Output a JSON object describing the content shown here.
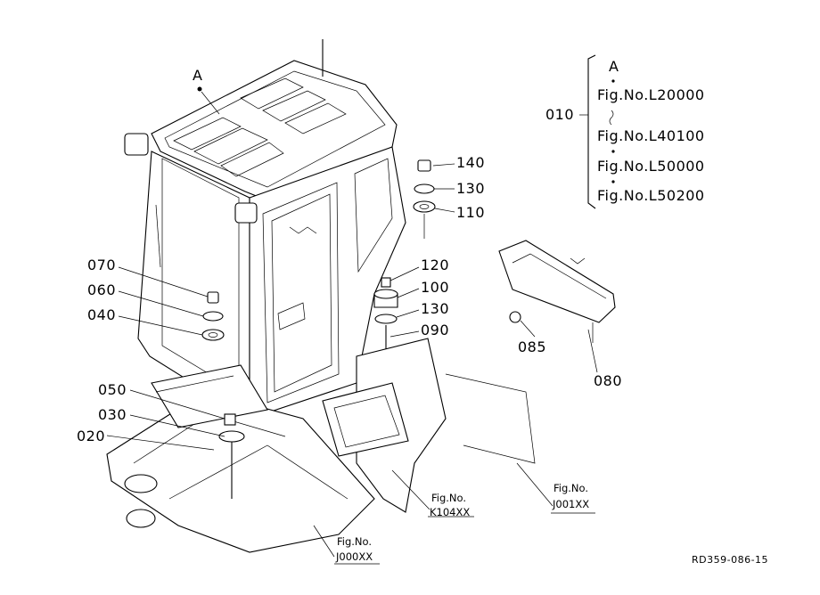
{
  "ref_marker": "A",
  "parts": {
    "p140": "140",
    "p130a": "130",
    "p110": "110",
    "p120": "120",
    "p100": "100",
    "p130b": "130",
    "p090": "090",
    "p070": "070",
    "p060": "060",
    "p040": "040",
    "p050": "050",
    "p030": "030",
    "p020": "020",
    "p085": "085",
    "p080": "080"
  },
  "variants": {
    "part_no": "010",
    "entries": [
      "A",
      "Fig.No.L20000",
      "Fig.No.L40100",
      "Fig.No.L50000",
      "Fig.No.L50200"
    ]
  },
  "figure_refs": {
    "k104": {
      "line1": "Fig.No.",
      "line2": "K104XX"
    },
    "j001": {
      "line1": "Fig.No.",
      "line2": "J001XX"
    },
    "j000": {
      "line1": "Fig.No.",
      "line2": "J000XX"
    }
  },
  "drawing_number": "RD359-086-15"
}
